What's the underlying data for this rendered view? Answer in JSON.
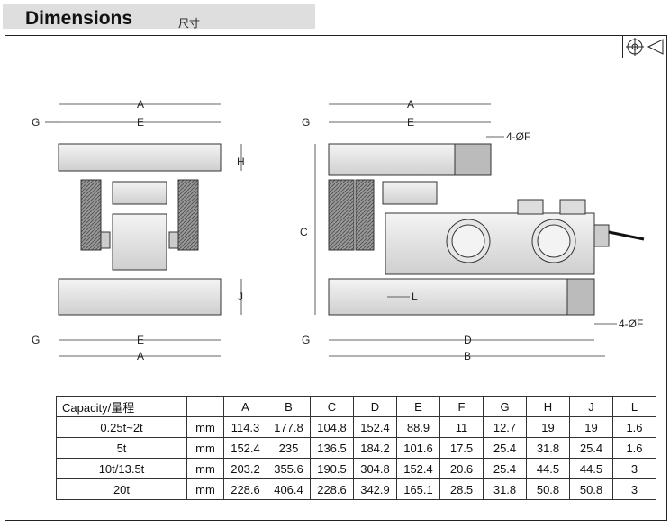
{
  "header": {
    "title": "Dimensions",
    "subtitle": "尺寸"
  },
  "projection_icon": "first-angle-projection-icon",
  "drawing": {
    "labels": {
      "A": "A",
      "B": "B",
      "C": "C",
      "D": "D",
      "E": "E",
      "G": "G",
      "H": "H",
      "J": "J",
      "L": "L",
      "F": "4-ØF"
    }
  },
  "table": {
    "header": [
      "Capacity/量程",
      "",
      "A",
      "B",
      "C",
      "D",
      "E",
      "F",
      "G",
      "H",
      "J",
      "L"
    ],
    "rows": [
      [
        "0.25t~2t",
        "mm",
        "114.3",
        "177.8",
        "104.8",
        "152.4",
        "88.9",
        "11",
        "12.7",
        "19",
        "19",
        "1.6"
      ],
      [
        "5t",
        "mm",
        "152.4",
        "235",
        "136.5",
        "184.2",
        "101.6",
        "17.5",
        "25.4",
        "31.8",
        "25.4",
        "1.6"
      ],
      [
        "10t/13.5t",
        "mm",
        "203.2",
        "355.6",
        "190.5",
        "304.8",
        "152.4",
        "20.6",
        "25.4",
        "44.5",
        "44.5",
        "3"
      ],
      [
        "20t",
        "mm",
        "228.6",
        "406.4",
        "228.6",
        "342.9",
        "165.1",
        "28.5",
        "31.8",
        "50.8",
        "50.8",
        "3"
      ]
    ]
  }
}
